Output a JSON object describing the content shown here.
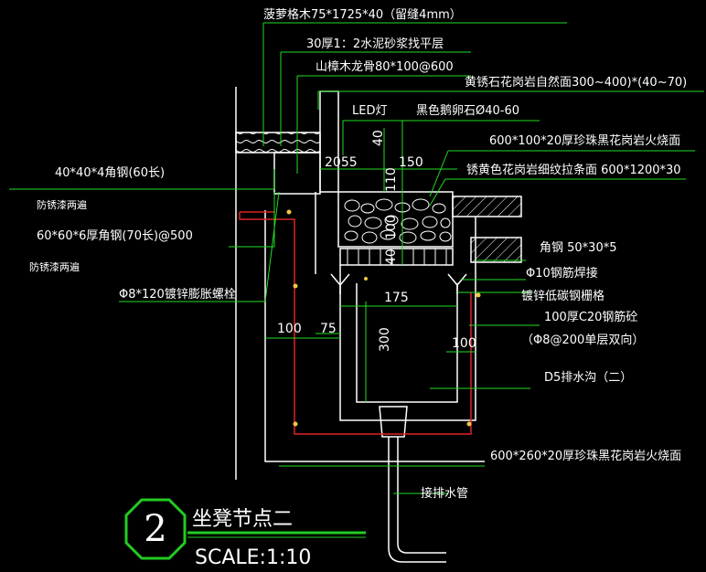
{
  "colors": {
    "background": "#000000",
    "leader": "#22dd22",
    "red_outline": "#dd2222",
    "concrete": "#ffffff",
    "dimension": "#22dd22",
    "text": "#ffffff",
    "badge": "#22cc22"
  },
  "labels": {
    "pineapple_wood": "菠萝格木75*1725*40（留缝4mm）",
    "cement_mortar": "30厚1：2水泥砂浆找平层",
    "camphor_keel": "山樟木龙骨80*100@600",
    "rust_granite": "黄锈石花岗岩自然面300~400)*(40~70)",
    "led": "LED灯",
    "black_pebble": "黑色鹅卵石Ø40-60",
    "pearl_black_top": "600*100*20厚珍珠黑花岗岩火烧面",
    "angle_40": "40*40*4角钢(60长)",
    "antirust_1": "防锈漆两遍",
    "rusty_yellow": "锈黄色花岗岩细纹拉条面 600*1200*30",
    "angle_60": "60*60*6厚角钢(70长)@500",
    "antirust_2": "防锈漆两遍",
    "angle_50": "角钢 50*30*5",
    "rebar_weld": "Φ10钢筋焊接",
    "bolt": "Φ8*120镀锌膨胀螺栓",
    "grating": "镀锌低碳钢栅格",
    "concrete_c20": "100厚C20钢筋砼",
    "rebar_mesh": "（Φ8@200单层双向）",
    "drain": "D5排水沟（二）",
    "pearl_black_bottom": "600*260*20厚珍珠黑花岗岩火烧面",
    "drain_pipe": "接排水管"
  },
  "dimensions": {
    "d40": "40",
    "d2055": "2055",
    "d150": "150",
    "d110": "110",
    "d100v": "100",
    "d40v": "40",
    "d175": "175",
    "d100_left": "100",
    "d75": "75",
    "d300": "300",
    "d100_right": "100"
  },
  "title": {
    "badge_number": "2",
    "name": "坐凳节点二",
    "scale": "SCALE:1:10"
  }
}
